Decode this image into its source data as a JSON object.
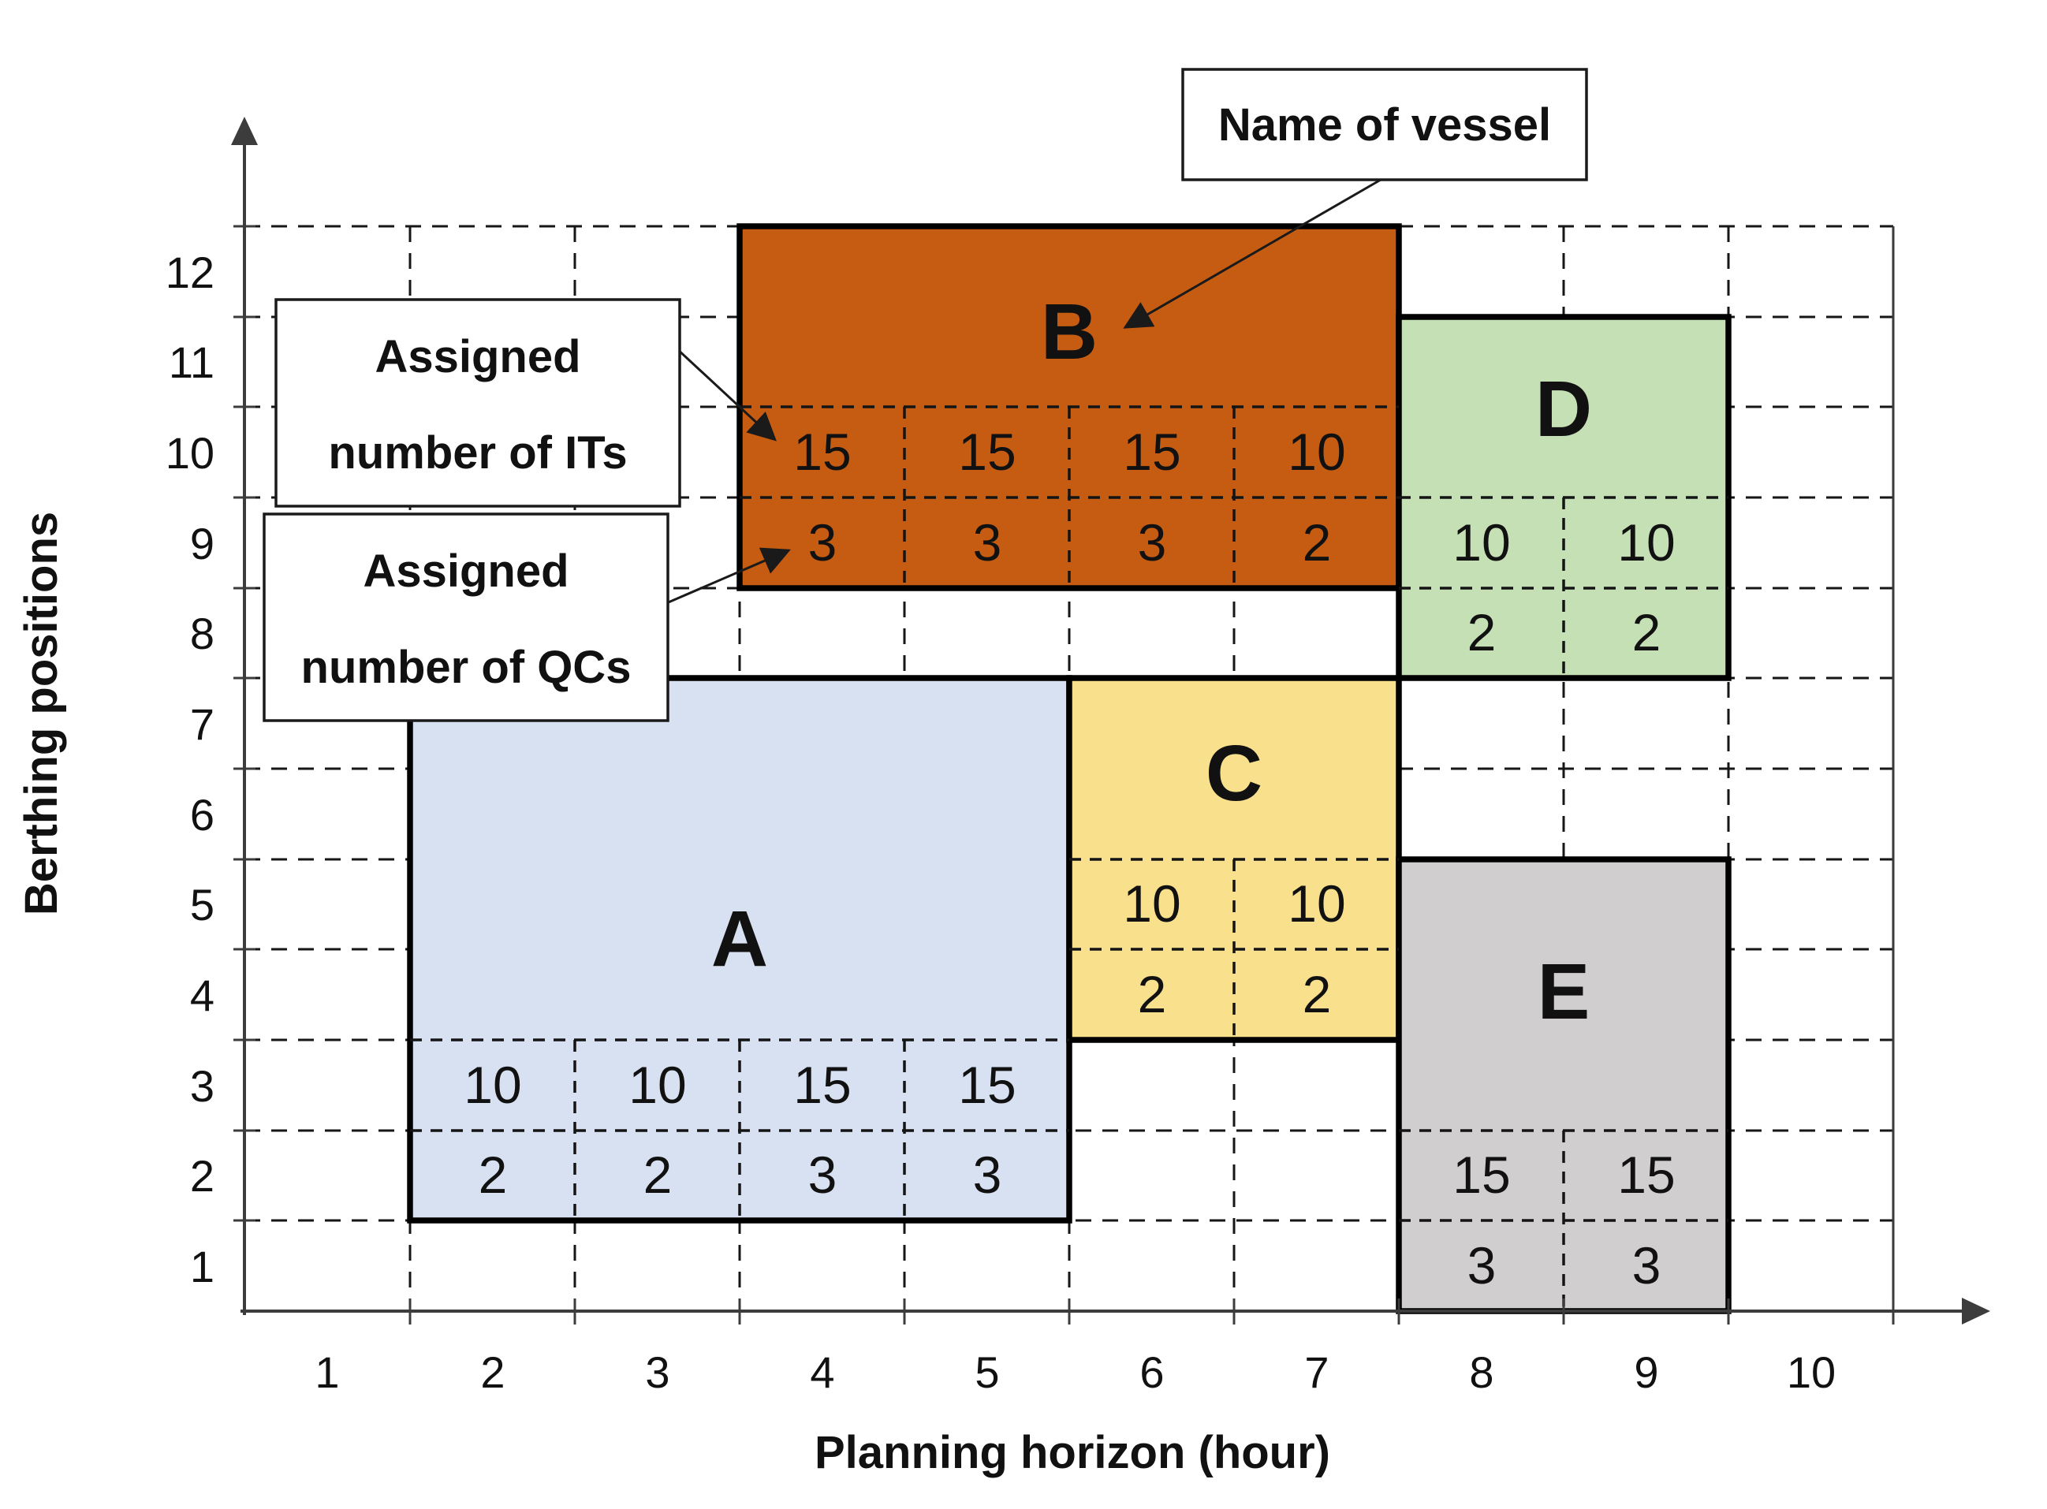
{
  "chart_data": {
    "type": "bar",
    "subtype": "berth-allocation space-time block diagram",
    "title": "",
    "xlabel": "Planning horizon (hour)",
    "ylabel": "Berthing positions",
    "x_ticks": [
      "1",
      "2",
      "3",
      "4",
      "5",
      "6",
      "7",
      "8",
      "9",
      "10"
    ],
    "y_ticks": [
      "1",
      "2",
      "3",
      "4",
      "5",
      "6",
      "7",
      "8",
      "9",
      "10",
      "11",
      "12"
    ],
    "xlim": [
      0.5,
      10.5
    ],
    "ylim": [
      0.5,
      12.5
    ],
    "grid": "dashed gridlines at half-unit boundaries on both axes",
    "legend": "none",
    "colors": {
      "vessel_A": "#D8E1F2",
      "vessel_B": "#C55C12",
      "vessel_C": "#F9E08D",
      "vessel_D": "#C5E0B4",
      "vessel_E": "#D0CECE",
      "block_border": "#000000"
    },
    "vessels": [
      {
        "name": "A",
        "hour_start": 1.5,
        "hour_end": 5.5,
        "berth_start": 1.5,
        "berth_end": 7.5,
        "color": "#D8E1F2",
        "hours": [
          2,
          3,
          4,
          5
        ],
        "its": [
          10,
          10,
          15,
          15
        ],
        "qcs": [
          2,
          2,
          3,
          3
        ]
      },
      {
        "name": "B",
        "hour_start": 3.5,
        "hour_end": 7.5,
        "berth_start": 8.5,
        "berth_end": 12.5,
        "color": "#C55C12",
        "hours": [
          4,
          5,
          6,
          7
        ],
        "its": [
          15,
          15,
          15,
          10
        ],
        "qcs": [
          3,
          3,
          3,
          2
        ]
      },
      {
        "name": "C",
        "hour_start": 5.5,
        "hour_end": 7.5,
        "berth_start": 3.5,
        "berth_end": 7.5,
        "color": "#F9E08D",
        "hours": [
          6,
          7
        ],
        "its": [
          10,
          10
        ],
        "qcs": [
          2,
          2
        ]
      },
      {
        "name": "D",
        "hour_start": 7.5,
        "hour_end": 9.5,
        "berth_start": 7.5,
        "berth_end": 11.5,
        "color": "#C5E0B4",
        "hours": [
          8,
          9
        ],
        "its": [
          10,
          10
        ],
        "qcs": [
          2,
          2
        ]
      },
      {
        "name": "E",
        "hour_start": 7.5,
        "hour_end": 9.5,
        "berth_start": 0.5,
        "berth_end": 5.5,
        "color": "#D0CECE",
        "hours": [
          8,
          9
        ],
        "its": [
          15,
          15
        ],
        "qcs": [
          3,
          3
        ]
      }
    ],
    "annotations": {
      "vessel_name": {
        "text": "Name of vessel",
        "points_to": "letter B inside vessel B block"
      },
      "its": {
        "line1": "Assigned",
        "line2": "number of ITs",
        "points_to": "IT row of vessel B"
      },
      "qcs": {
        "line1": "Assigned",
        "line2": "number of QCs",
        "points_to": "QC row of vessel B"
      }
    }
  }
}
